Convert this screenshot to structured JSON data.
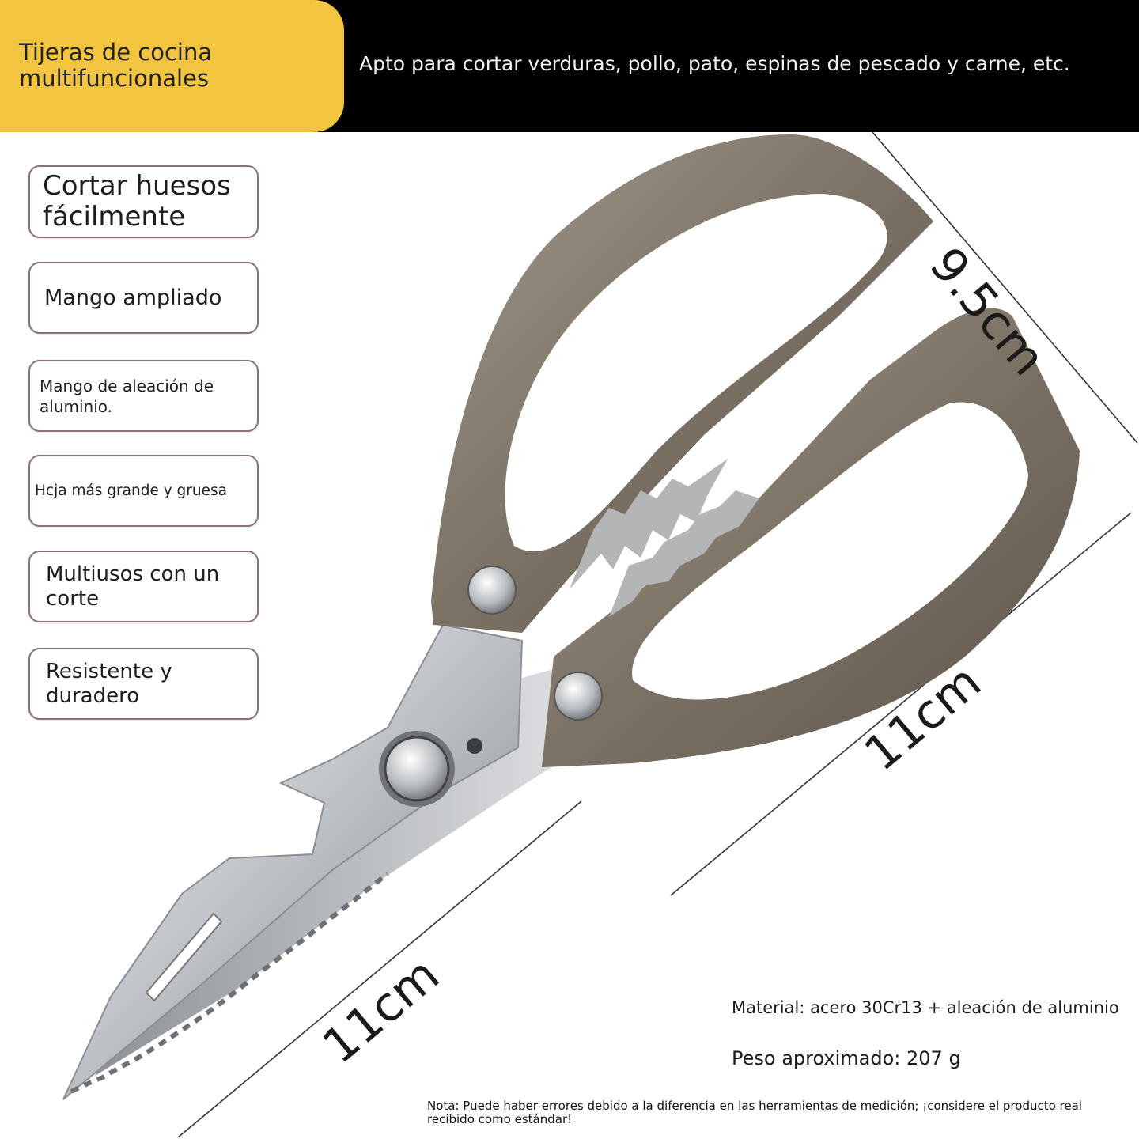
{
  "header": {
    "title_line1": "Tijeras de cocina",
    "title_line2": "multifuncionales",
    "subtitle": "Apto para cortar verduras, pollo, pato, espinas de pescado y carne, etc."
  },
  "features": [
    {
      "line1": "Cortar huesos",
      "line2": "fácilmente"
    },
    {
      "line1": "Mango ampliado",
      "line2": ""
    },
    {
      "line1": "Mango de aleación de",
      "line2": "aluminio."
    },
    {
      "line1": "Hcja más grande y gruesa",
      "line2": ""
    },
    {
      "line1": "Multiusos con un",
      "line2": "corte"
    },
    {
      "line1": "Resistente y",
      "line2": "duradero"
    }
  ],
  "dimensions": {
    "handle_width": "9.5cm",
    "handle_length": "11cm",
    "blade_length": "11cm"
  },
  "specs": {
    "material": "Material: acero 30Cr13 + aleación de aluminio",
    "weight": "Peso aproximado: 207 g"
  },
  "note": "Nota: Puede haber errores debido a la diferencia en las herramientas de medición; ¡considere el producto real recibido como estándar!",
  "colors": {
    "accent": "#f2c440",
    "header_bg": "#000000",
    "handle": "#857a6e",
    "blade": "#c4c7cb"
  }
}
